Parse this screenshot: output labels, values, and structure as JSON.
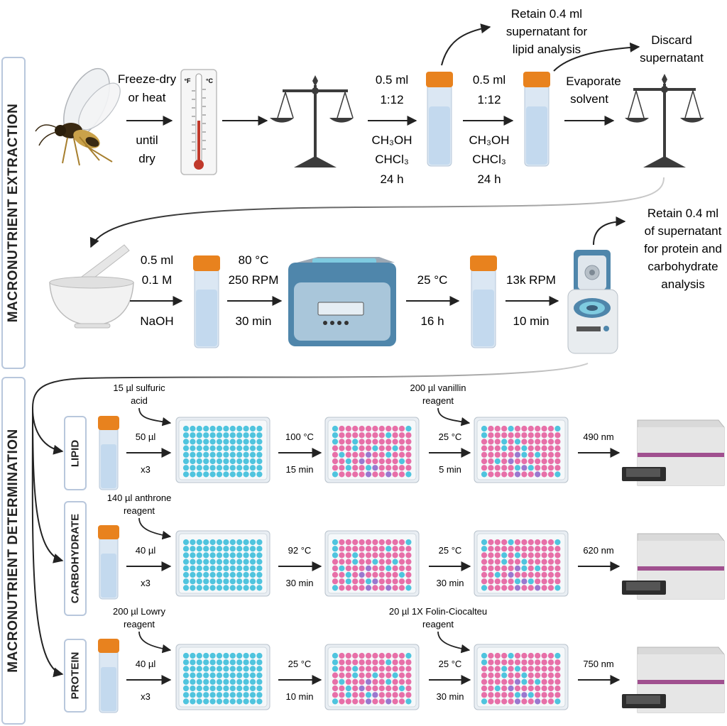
{
  "sections": {
    "extraction": "MACRONUTRIENT EXTRACTION",
    "determination": "MACRONUTRIENT DETERMINATION"
  },
  "row1": {
    "dry_line1": "Freeze-dry",
    "dry_line2": "or heat",
    "until_line1": "until",
    "until_line2": "dry",
    "thermo_f": "°F",
    "thermo_c": "°C",
    "step1_vol": "0.5 ml",
    "step1_ratio": "1:12",
    "step1_solv1": "CH₃OH",
    "step1_solv2": "CHCl₃",
    "step1_time": "24 h",
    "retain_line1": "Retain 0.4 ml",
    "retain_line2": "supernatant for",
    "retain_line3": "lipid analysis",
    "step2_vol": "0.5 ml",
    "step2_ratio": "1:12",
    "step2_solv1": "CH₃OH",
    "step2_solv2": "CHCl₃",
    "step2_time": "24 h",
    "discard_line1": "Discard",
    "discard_line2": "supernatant",
    "evap_line1": "Evaporate",
    "evap_line2": "solvent"
  },
  "row2": {
    "naoh_vol": "0.5 ml",
    "naoh_conc": "0.1 M",
    "naoh_name": "NaOH",
    "heat_temp": "80 °C",
    "heat_rpm": "250 RPM",
    "heat_time": "30 min",
    "rest_temp": "25 °C",
    "rest_time": "16 h",
    "spin_rpm": "13k RPM",
    "spin_time": "10 min",
    "retain_line1": "Retain 0.4 ml",
    "retain_line2": "of supernatant",
    "retain_line3": "for protein and",
    "retain_line4": "carbohydrate",
    "retain_line5": "analysis"
  },
  "lipid": {
    "label": "LIPID",
    "reagent1_line1": "15 µl sulfuric",
    "reagent1_line2": "acid",
    "vol": "50 µl",
    "reps": "x3",
    "temp1": "100 °C",
    "time1": "15 min",
    "reagent2_line1": "200 µl vanillin",
    "reagent2_line2": "reagent",
    "temp2": "25 °C",
    "time2": "5 min",
    "wavelength": "490 nm"
  },
  "carbohydrate": {
    "label": "CARBOHYDRATE",
    "reagent1_line1": "140 µl anthrone",
    "reagent1_line2": "reagent",
    "vol": "40 µl",
    "reps": "x3",
    "temp1": "92 °C",
    "time1": "30 min",
    "temp2": "25 °C",
    "time2": "30 min",
    "wavelength": "620 nm"
  },
  "protein": {
    "label": "PROTEIN",
    "reagent1_line1": "200 µl Lowry",
    "reagent1_line2": "reagent",
    "vol": "40 µl",
    "reps": "x3",
    "temp1": "25 °C",
    "time1": "10 min",
    "reagent2_line1": "20 µl 1X Folin-Ciocalteu",
    "reagent2_line2": "reagent",
    "temp2": "25 °C",
    "time2": "30 min",
    "wavelength": "750 nm"
  },
  "colors": {
    "cap": "#e8821e",
    "tube": "#dbe7f3",
    "liquid": "#c3d9ee",
    "well_blue": "#4fc4de",
    "well_pink": "#e76fa8",
    "well_purple": "#9a78cf",
    "plate": "#e9eef3",
    "reader": "#d9d9d9",
    "reader_stripe": "#a0508f",
    "incubator": "#4f86ab",
    "label_border": "#b8c7dc"
  }
}
